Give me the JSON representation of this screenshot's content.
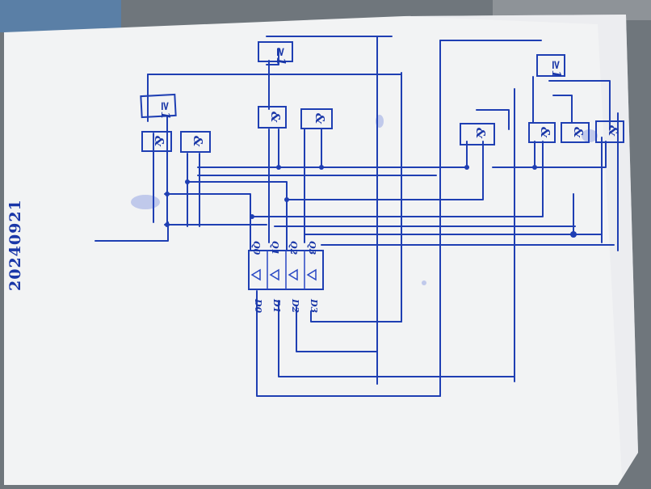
{
  "handwritten_date": "20240921",
  "colors": {
    "ink": "#1f3fb3",
    "paper": "#f4f5f6",
    "background": "#6f767c"
  },
  "gates": [
    {
      "id": "or-top-left",
      "label": "≥1"
    },
    {
      "id": "or-top-center",
      "label": "≥1"
    },
    {
      "id": "or-top-right",
      "label": "≥1"
    },
    {
      "id": "and-1",
      "label": "&"
    },
    {
      "id": "and-2",
      "label": "&"
    },
    {
      "id": "and-3",
      "label": "&"
    },
    {
      "id": "and-4",
      "label": "&"
    },
    {
      "id": "and-5",
      "label": "&"
    },
    {
      "id": "and-6",
      "label": "&"
    },
    {
      "id": "and-7",
      "label": "&"
    },
    {
      "id": "and-8",
      "label": "&"
    }
  ],
  "register": {
    "outputs": [
      "Q0",
      "Q1",
      "Q2",
      "Q3"
    ],
    "inputs": [
      "D0",
      "D1",
      "D2",
      "D3"
    ]
  }
}
